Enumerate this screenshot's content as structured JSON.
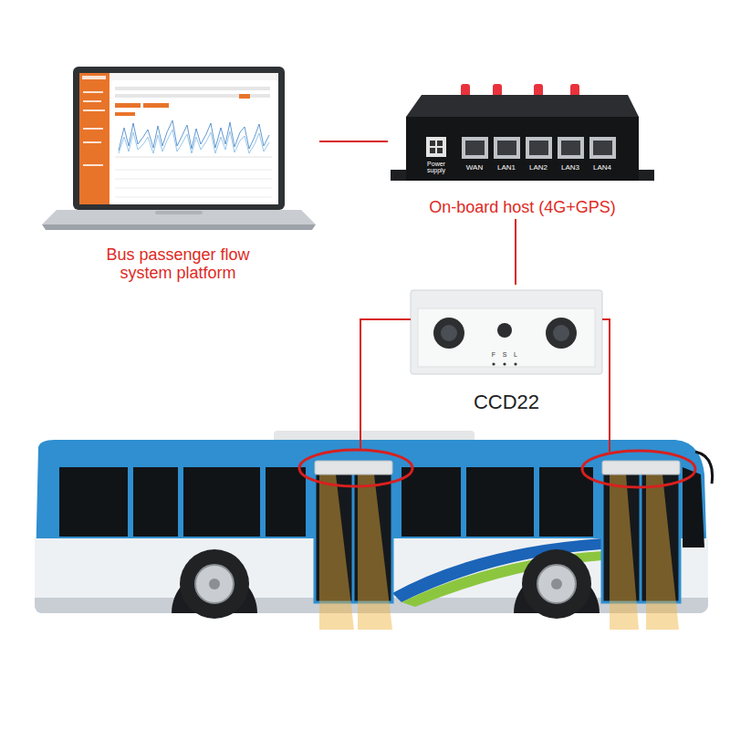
{
  "diagram": {
    "nodes": [
      {
        "text": [
          "Bus passenger flow system platform"
        ]
      },
      {
        "text": [
          "On-board host (4G+GPS)"
        ]
      },
      {
        "text": [
          "CCD22"
        ]
      }
    ],
    "edges": [
      {
        "from": 0,
        "to": 1,
        "arrow": "none"
      },
      {
        "from": 1,
        "to": 2,
        "arrow": "none"
      }
    ],
    "labels": [
      "Power supply",
      "WAN",
      "LAN1",
      "LAN2",
      "LAN3",
      "LAN4",
      "F",
      "S",
      "L"
    ]
  }
}
